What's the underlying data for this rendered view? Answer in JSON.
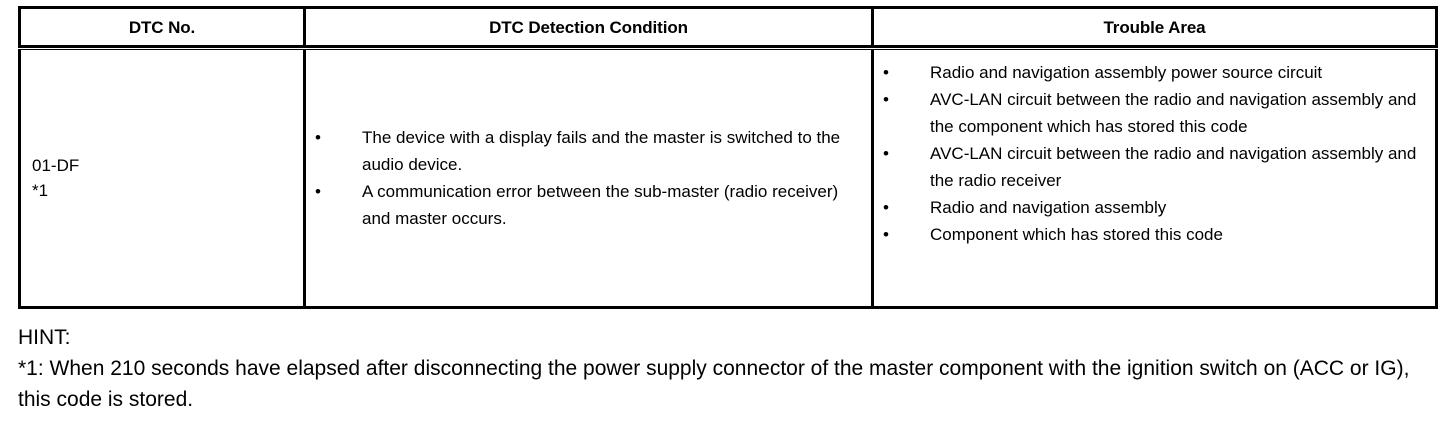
{
  "table": {
    "headers": [
      "DTC No.",
      "DTC Detection Condition",
      "Trouble Area"
    ],
    "row": {
      "dtc_no": "01-DF",
      "dtc_no_footnote": "*1",
      "detection_conditions": [
        "The device with a display fails and the master is switched to the audio device.",
        "A communication error between the sub-master (radio receiver) and master occurs."
      ],
      "trouble_areas": [
        "Radio and navigation assembly power source circuit",
        "AVC-LAN circuit between the radio and navigation assembly and the component which has stored this code",
        "AVC-LAN circuit between the radio and navigation assembly and the radio receiver",
        "Radio and navigation assembly",
        "Component which has stored this code"
      ]
    },
    "bullet_glyph": "•"
  },
  "hint": {
    "label": "HINT:",
    "text": "*1: When 210 seconds have elapsed after disconnecting the power supply connector of the master component with the ignition switch on (ACC or IG), this code is stored."
  },
  "colors": {
    "text": "#000000",
    "background": "#ffffff",
    "border": "#000000"
  }
}
